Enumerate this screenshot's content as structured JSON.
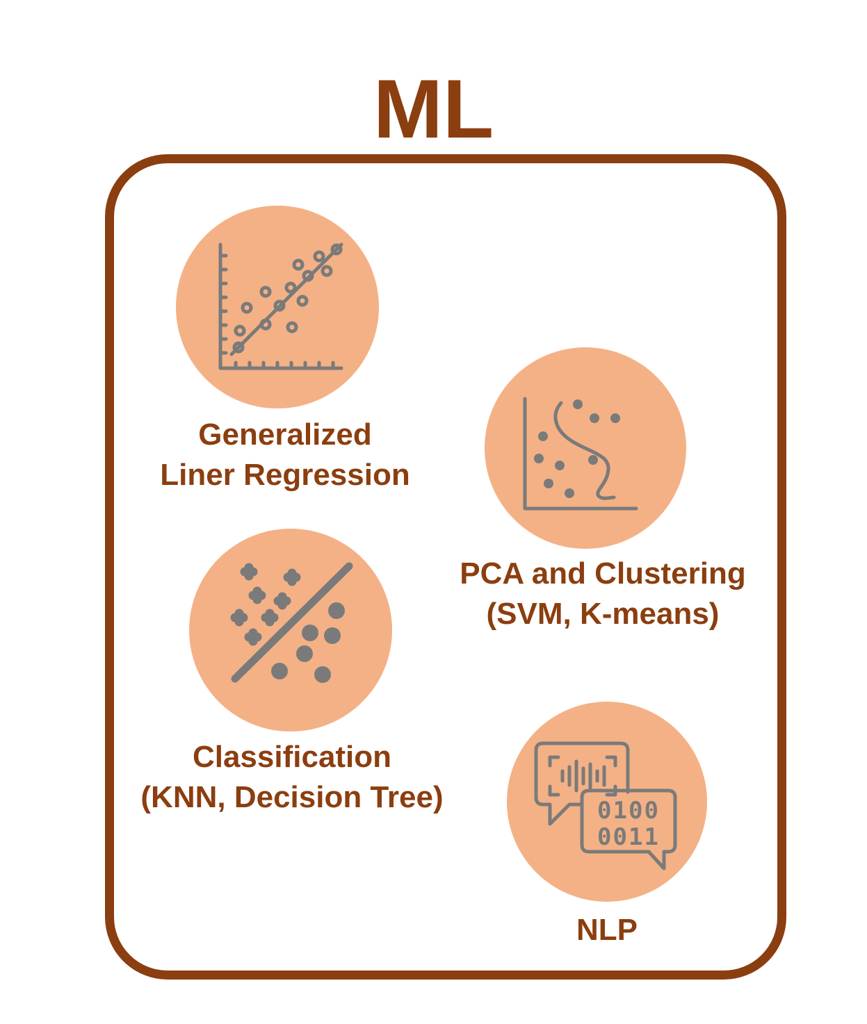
{
  "title": "ML",
  "colors": {
    "accent": "#8B3E0F",
    "circle_fill": "#F4B186",
    "icon": "#7A7A7A",
    "background": "#FFFFFF"
  },
  "nodes": [
    {
      "id": "glr",
      "icon": "scatter-regression-icon",
      "label_lines": [
        "Generalized",
        "Liner Regression"
      ]
    },
    {
      "id": "pca",
      "icon": "scatter-curve-icon",
      "label_lines": [
        "PCA and Clustering",
        "(SVM, K-means)"
      ]
    },
    {
      "id": "cls",
      "icon": "classification-icon",
      "label_lines": [
        "Classification",
        "(KNN, Decision Tree)"
      ]
    },
    {
      "id": "nlp",
      "icon": "speech-binary-icon",
      "label_lines": [
        "NLP"
      ],
      "binary_rows": [
        "0100",
        "0011"
      ]
    }
  ]
}
